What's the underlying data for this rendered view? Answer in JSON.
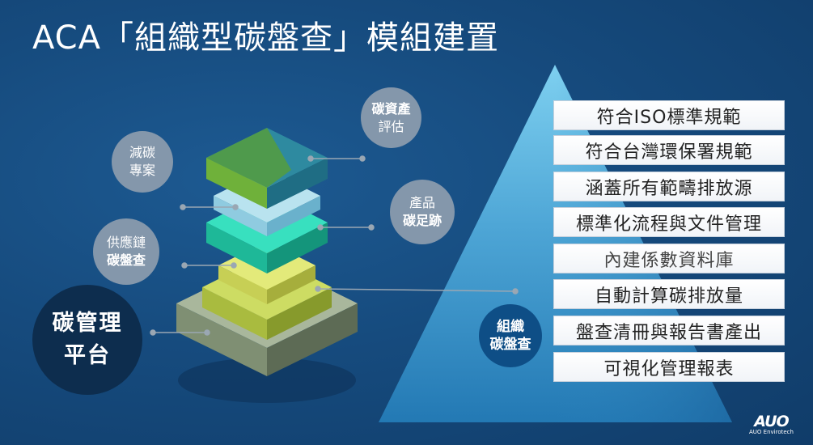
{
  "title": "ACA「組織型碳盤查」模組建置",
  "circles": {
    "asset": {
      "line1": "碳資產",
      "line2": "評估"
    },
    "reduction": {
      "line1": "減碳",
      "line2": "專案"
    },
    "product": {
      "line1": "產品",
      "line2": "碳足跡"
    },
    "supply": {
      "line1": "供應鏈",
      "line2": "碳盤查"
    },
    "main": {
      "line1": "碳管理",
      "line2": "平台"
    }
  },
  "pyramid": {
    "label_line1": "組織",
    "label_line2": "碳盤查",
    "items": [
      "符合ISO標準規範",
      "符合台灣環保署規範",
      "涵蓋所有範疇排放源",
      "標準化流程與文件管理",
      "內建係數資料庫",
      "自動計算碳排放量",
      "盤查清冊與報告書產出",
      "可視化管理報表"
    ]
  },
  "logo": {
    "mark": "AUO",
    "sub": "AUO Envirotech"
  },
  "colors": {
    "background": "#164b7e",
    "pyramid_top": "#6fc6ea",
    "circle_gray": "#8497ab",
    "main_circle": "#0d2d4e"
  }
}
